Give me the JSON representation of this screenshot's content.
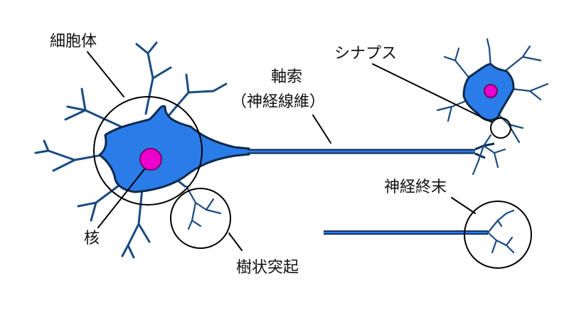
{
  "labels": {
    "cell_body": "細胞体",
    "nucleus": "核",
    "axon_line1": "軸索",
    "axon_line2": "（神経線維）",
    "synapse": "シナプス",
    "dendrite": "樹状突起",
    "nerve_terminal": "神経終末"
  },
  "colors": {
    "cell_fill": "#2a7ce8",
    "cell_outline": "#0d2a4d",
    "nucleus_fill": "#ee00cc",
    "nucleus_outline": "#7a0066",
    "dendrite_stroke": "#1a4a80",
    "line": "#000000",
    "background": "#ffffff"
  }
}
